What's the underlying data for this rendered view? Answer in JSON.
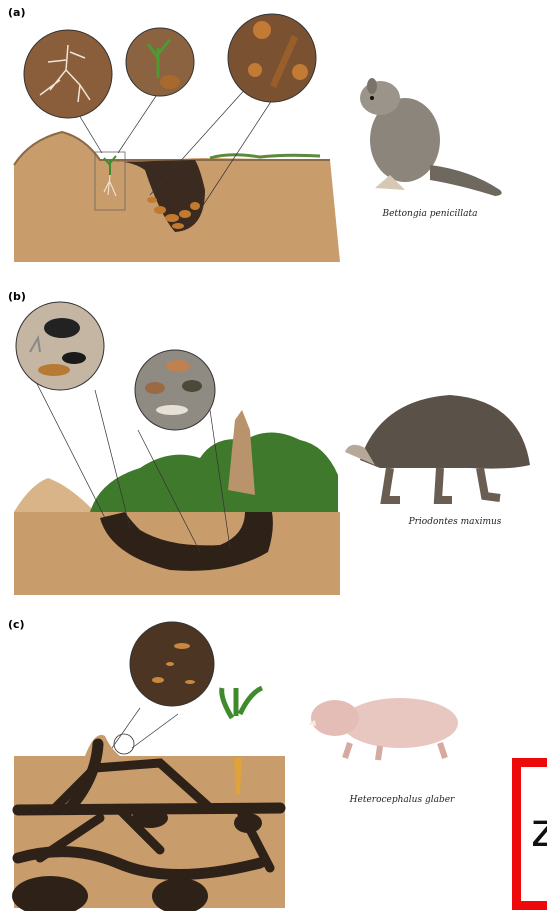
{
  "panels": [
    {
      "label": "(a)",
      "species": "Bettongia penicillata"
    },
    {
      "label": "(b)",
      "species": "Priodontes maximus"
    },
    {
      "label": "(c)",
      "species": "Heterocephalus glaber"
    }
  ],
  "overlay": {
    "text": "z"
  },
  "colors": {
    "soil": "#c79b6a",
    "soil_light": "#d9b488",
    "burrow": "#2e2118",
    "vegetation": "#3f7a2c",
    "accent_red": "#ee0a0a"
  }
}
